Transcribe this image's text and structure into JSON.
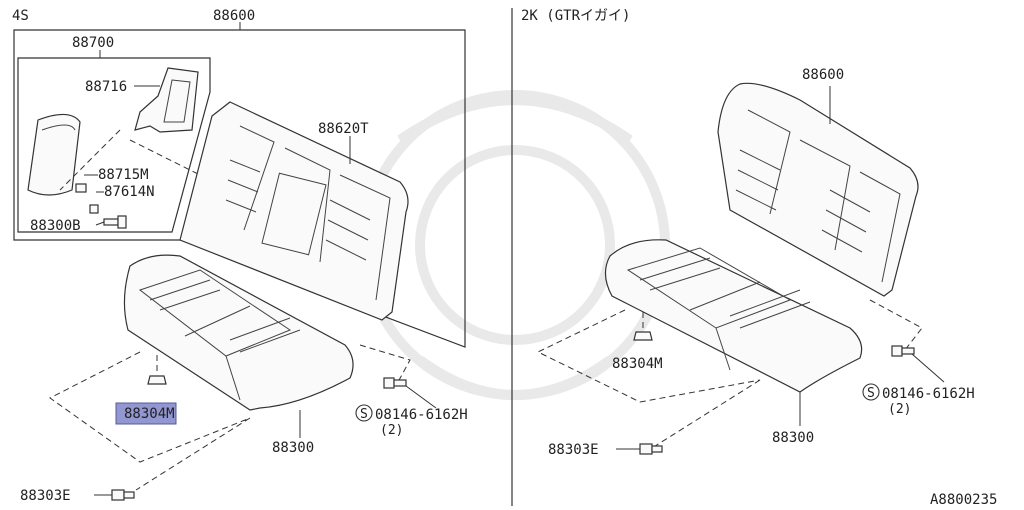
{
  "left": {
    "variant": "4S",
    "labels": {
      "p88600": "88600",
      "p88700": "88700",
      "p88716": "88716",
      "p88620T": "88620T",
      "p88715M": "88715M",
      "p87614N": "87614N",
      "p88300B": "88300B",
      "p88304M": "88304M",
      "p88300": "88300",
      "p88303E": "88303E",
      "bolt": "08146-6162H",
      "bolt_qty": "(2)"
    }
  },
  "right": {
    "variant": "2K (GTRイガイ)",
    "labels": {
      "p88600": "88600",
      "p88304M": "88304M",
      "bolt": "08146-6162H",
      "bolt_qty": "(2)",
      "p88303E": "88303E",
      "p88300": "88300"
    }
  },
  "bolt_symbol": "S",
  "figure_id": "A8800235",
  "highlight_color": "#7f86c9"
}
